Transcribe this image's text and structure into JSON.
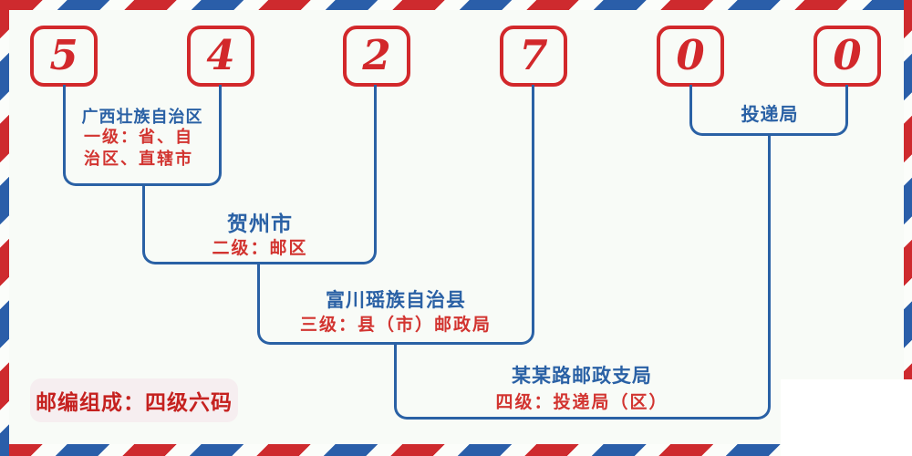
{
  "postcode": {
    "digits": [
      "5",
      "4",
      "2",
      "7",
      "0",
      "0"
    ]
  },
  "levels": {
    "level1": {
      "name": "广西壮族自治区",
      "desc_line1": "一级：省、自",
      "desc_line2": "治区、直辖市"
    },
    "level2": {
      "name": "贺州市",
      "desc": "二级：邮区"
    },
    "level3": {
      "name": "富川瑶族自治县",
      "desc": "三级：县（市）邮政局"
    },
    "level4": {
      "name": "某某路邮政支局",
      "desc": "四级：投递局（区）"
    },
    "delivery": {
      "name": "投递局"
    }
  },
  "badge": {
    "text": "邮编组成：四级六码"
  },
  "colors": {
    "digit_red": "#d2282b",
    "line_blue": "#2a61a5",
    "desc_red": "#d23430",
    "badge_bg": "#f6eef0",
    "badge_text": "#c5211f",
    "background": "#f8fbf7",
    "border_red": "#ce2a2e",
    "border_blue": "#2a5ea9"
  }
}
